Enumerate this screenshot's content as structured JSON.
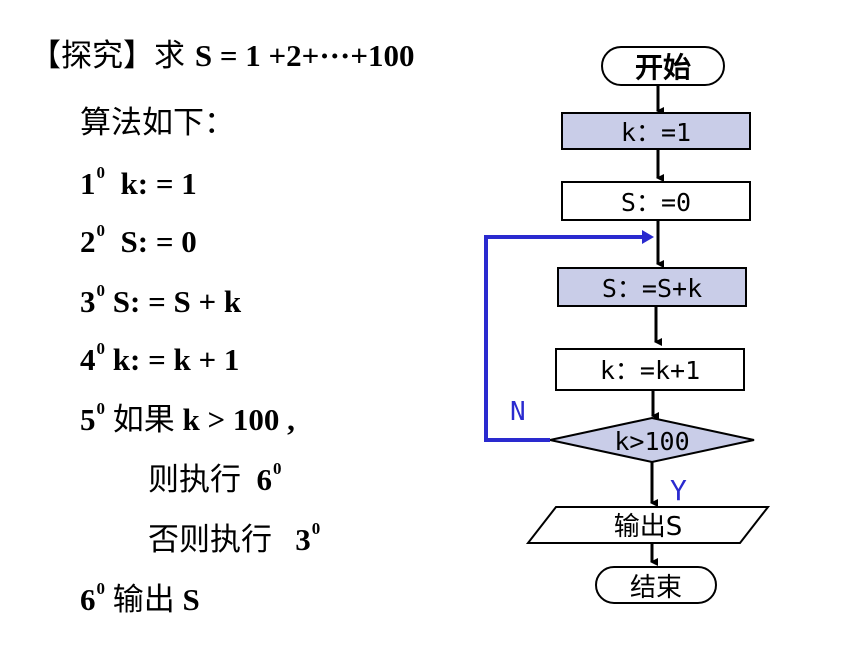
{
  "algorithm": {
    "title_bracket": "【探究】",
    "title_text": "求 ",
    "title_formula": "S = 1 +2+···+100",
    "subtitle": "算法如下：",
    "steps": [
      {
        "num": "1",
        "sup": "0",
        "text": "  k: = 1"
      },
      {
        "num": "2",
        "sup": "0",
        "text": "  S: = 0"
      },
      {
        "num": "3",
        "sup": "0",
        "text": " S: = S + k"
      },
      {
        "num": "4",
        "sup": "0",
        "text": " k: = k + 1"
      },
      {
        "num": "5",
        "sup": "0",
        "text_cjk": "如果",
        "text": " k > 100 ,"
      }
    ],
    "then_text": "则执行",
    "then_num": "6",
    "then_sup": "0",
    "else_text": "否则执行",
    "else_num": "3",
    "else_sup": "0",
    "final_num": "6",
    "final_sup": "0",
    "final_cjk": "输出",
    "final_text": " S"
  },
  "flowchart": {
    "start": "开始",
    "init_k": "k：=1",
    "init_s": "S：=0",
    "update_s": "S：=S+k",
    "update_k": "k：=k+1",
    "condition": "k>100",
    "no_label": "N",
    "yes_label": "Y",
    "output": "输出S",
    "end": "结束",
    "colors": {
      "highlight_fill": "#c9cde8",
      "loop_line": "#2a2acf",
      "label_color": "#2a2acf"
    }
  }
}
